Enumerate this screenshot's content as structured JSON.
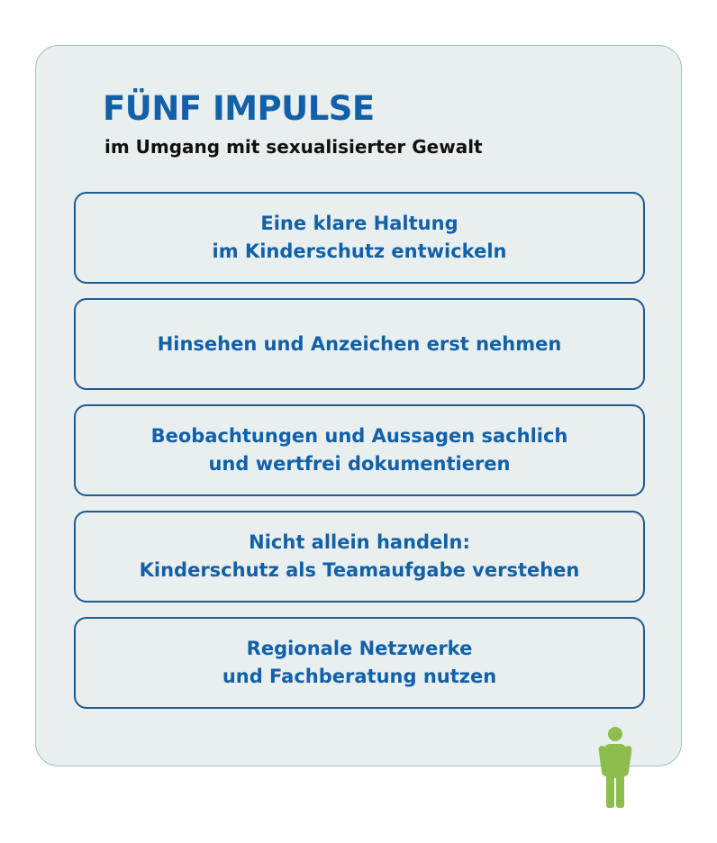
{
  "header": {
    "title": "FÜNF IMPULSE",
    "subtitle": "im Umgang mit sexualisierter Gewalt"
  },
  "impulses": [
    {
      "lines": [
        "Eine klare Haltung",
        "im Kinderschutz entwickeln"
      ]
    },
    {
      "lines": [
        "Hinsehen und Anzeichen erst nehmen"
      ]
    },
    {
      "lines": [
        "Beobachtungen und Aussagen sachlich",
        "und wertfrei dokumentieren"
      ]
    },
    {
      "lines": [
        "Nicht allein handeln:",
        "Kinderschutz als Teamaufgabe verstehen"
      ]
    },
    {
      "lines": [
        "Regionale Netzwerke",
        "und Fachberatung nutzen"
      ]
    }
  ],
  "colors": {
    "title": "#1260a8",
    "box_border": "#1e5a93",
    "panel_bg": "#e9efee",
    "panel_border": "#9fc3bc",
    "figure": "#8dbd4e"
  },
  "icons": {
    "figure": "person-icon"
  }
}
